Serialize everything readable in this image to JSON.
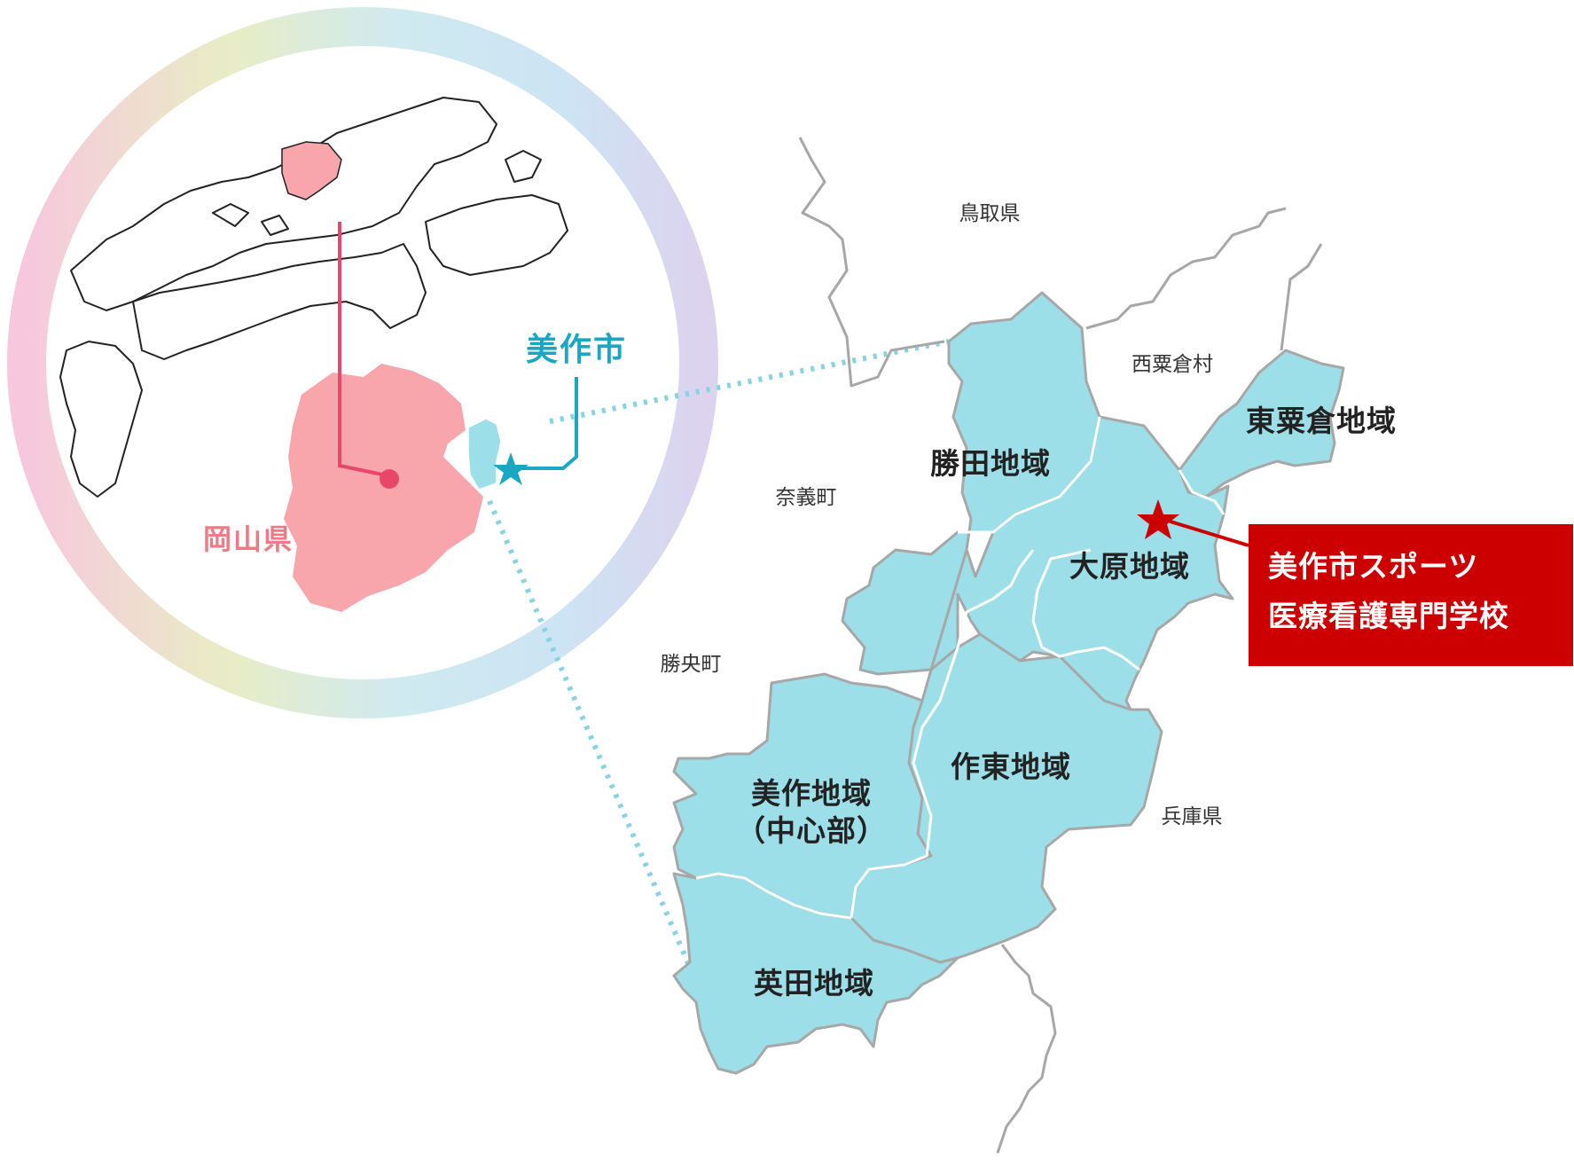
{
  "inset": {
    "city_label": "美作市",
    "prefecture_label": "岡山県",
    "colors": {
      "prefecture": "#f8a5ab",
      "city": "#9ddfe9",
      "pointer_pref": "#e8476b",
      "pointer_city": "#1aa7c4"
    }
  },
  "neighbors": {
    "tottori": "鳥取県",
    "nishiawakura": "西粟倉村",
    "nagi": "奈義町",
    "shoo": "勝央町",
    "hyogo": "兵庫県"
  },
  "districts": {
    "katsuta": "勝田地域",
    "higashiawakura": "東粟倉地域",
    "ohara": "大原地域",
    "sakuto": "作東地域",
    "mimasaka_line1": "美作地域",
    "mimasaka_line2": "（中心部）",
    "aida": "英田地域"
  },
  "school": {
    "line1": "美作市スポーツ",
    "line2": "医療看護専門学校",
    "color": "#cc0000"
  },
  "map_colors": {
    "district_fill": "#9ddfe9",
    "boundary": "#a7a7a7",
    "inner_boundary": "#ffffff",
    "coast": "#222222",
    "connector": "#86d3e2"
  },
  "icons": [
    "school-star-icon",
    "city-star-icon",
    "prefecture-dot-icon"
  ]
}
